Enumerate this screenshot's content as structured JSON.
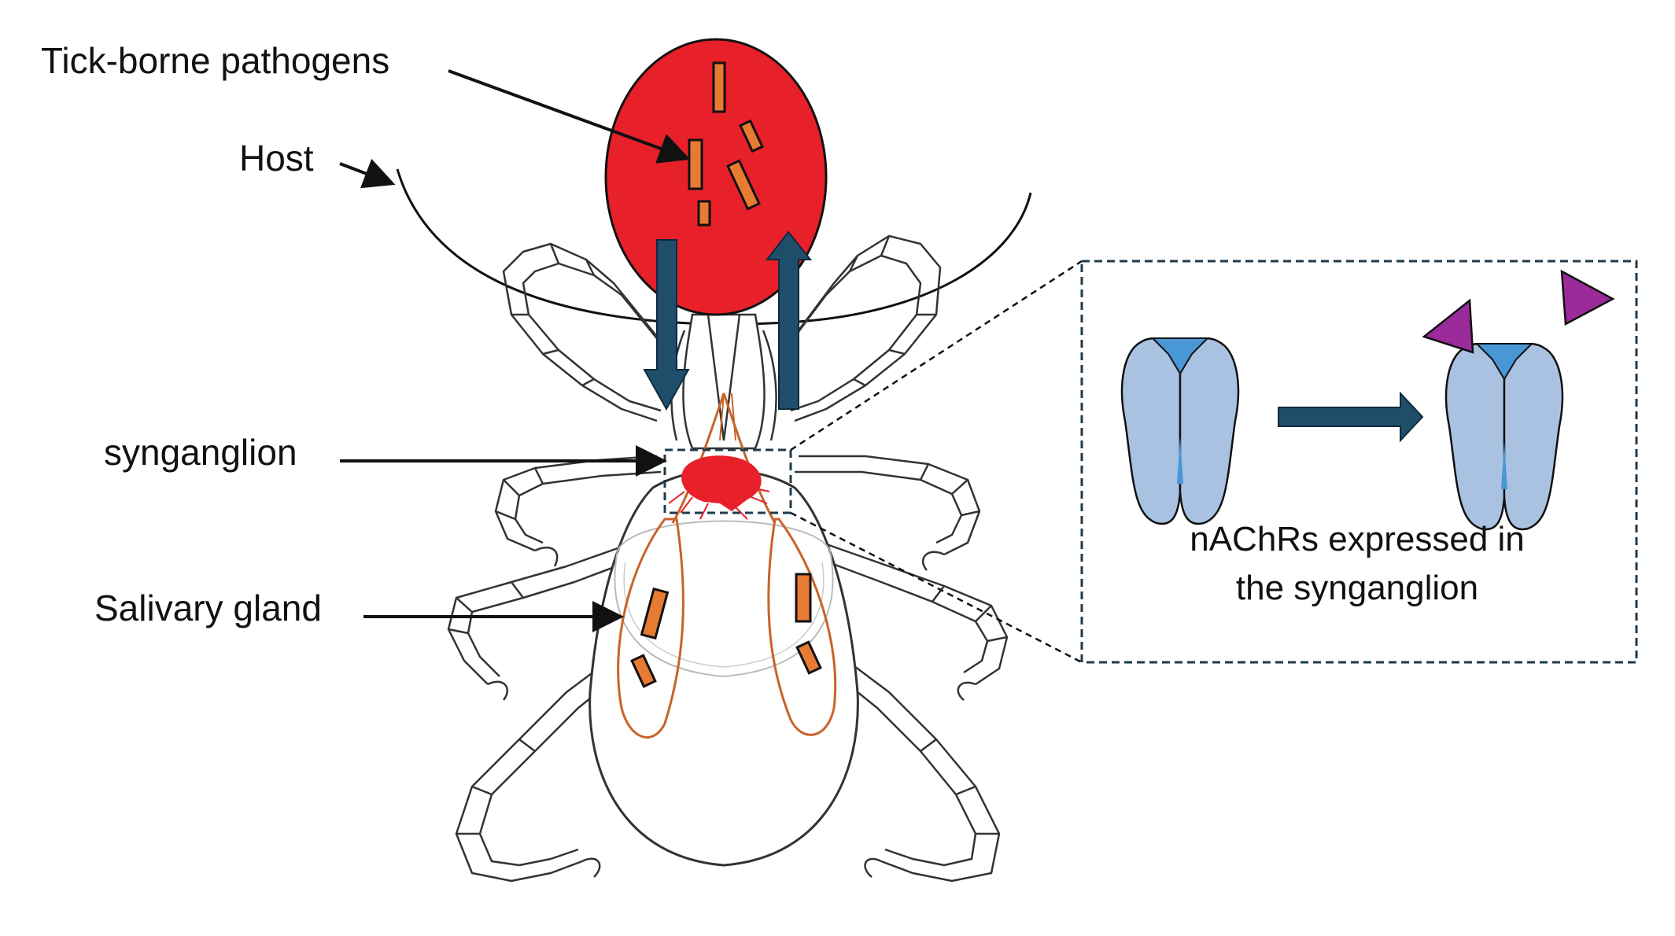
{
  "labels": {
    "pathogens": "Tick-borne pathogens",
    "host": "Host",
    "synganglion": "synganglion",
    "salivary_gland": "Salivary gland",
    "inset_line1": "nAChRs expressed in",
    "inset_line2": "the synganglion"
  },
  "colors": {
    "blood_meal": "#e8202a",
    "pathogen_fill": "#e87b32",
    "salivary_outline": "#c8632a",
    "flow_arrow": "#1f4e6b",
    "receptor_body": "#a9c2e2",
    "receptor_core": "#4a97d6",
    "ligand": "#9b2a9b",
    "synganglion": "#e8202a"
  },
  "icons": {
    "receptor": "nachr-receptor-icon",
    "ligand": "ligand-triangle-icon"
  }
}
